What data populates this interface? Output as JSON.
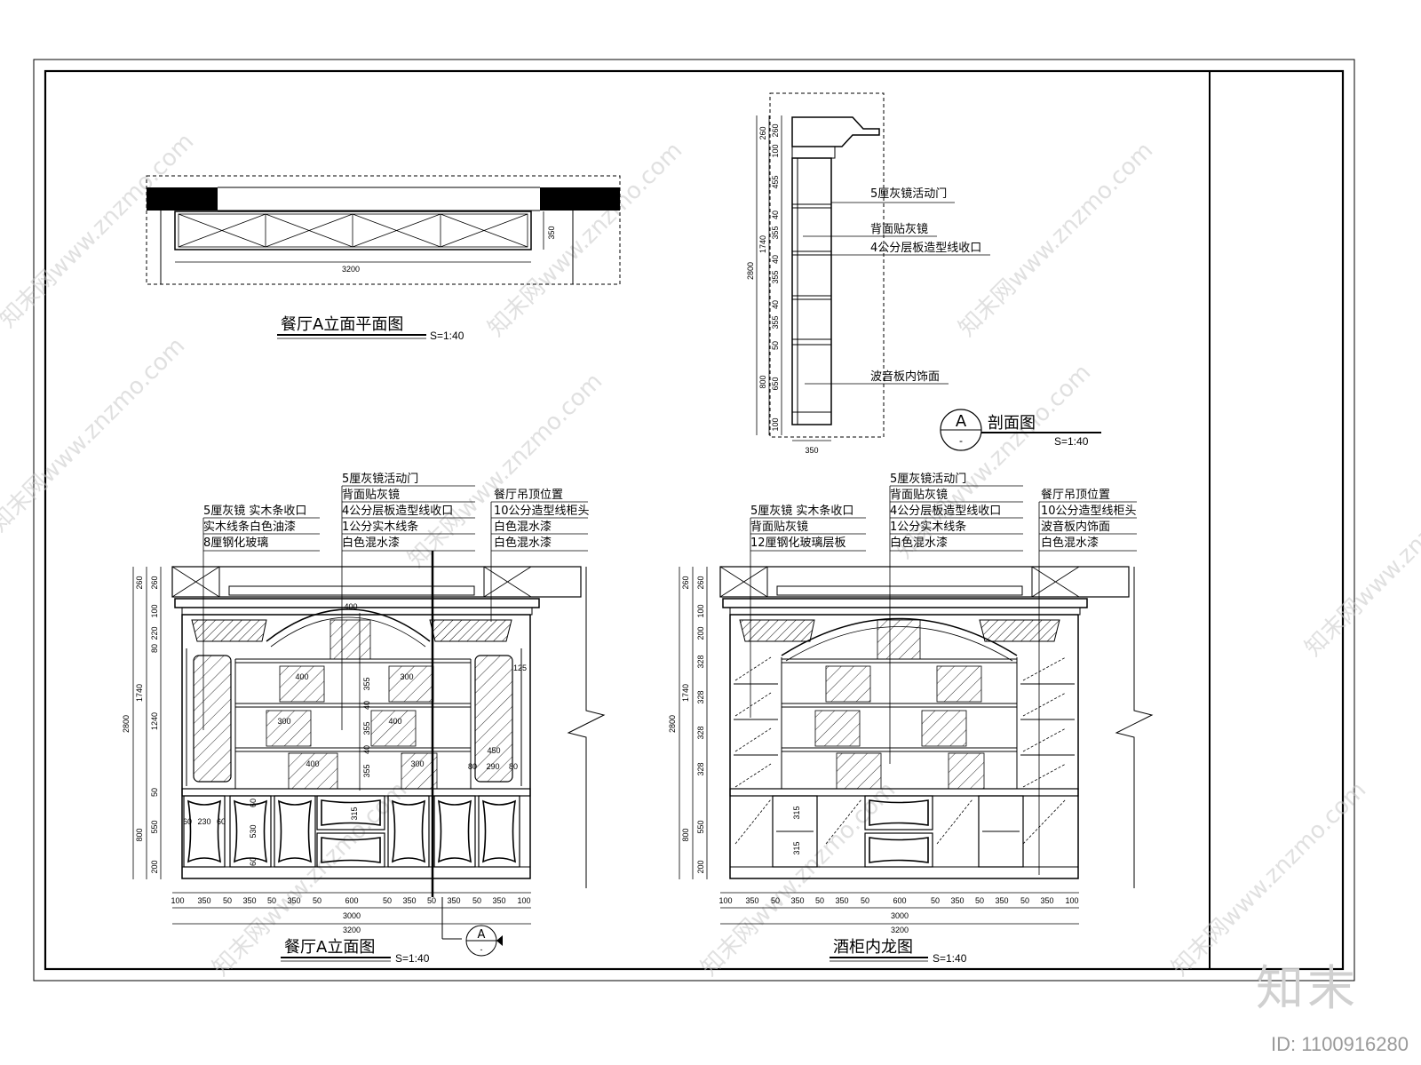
{
  "drawings": {
    "plan": {
      "title": "餐厅A立面平面图",
      "scale": "S=1:40",
      "dims": [
        "3200",
        "350"
      ]
    },
    "section": {
      "marker_letter": "A",
      "marker_sub": "-",
      "title": "剖面图",
      "scale": "S=1:40",
      "labels": [
        "5厘灰镜活动门",
        "背面贴灰镜",
        "4公分层板造型线收口",
        "波音板内饰面"
      ],
      "dims_outer": [
        "260",
        "1740",
        "800",
        "2800"
      ],
      "dims_inner": [
        "260",
        "100",
        "455",
        "40",
        "355",
        "40",
        "355",
        "40",
        "355",
        "50",
        "650",
        "100"
      ],
      "width_dim": "350"
    },
    "elevation_left": {
      "title": "餐厅A立面图",
      "scale": "S=1:40",
      "labels_left": [
        "5厘灰镜 实木条收口",
        "实木线条白色油漆",
        "8厘钢化玻璃"
      ],
      "labels_mid": [
        "5厘灰镜活动门",
        "背面贴灰镜",
        "4公分层板造型线收口",
        "1公分实木线条",
        "白色混水漆"
      ],
      "labels_right": [
        "餐厅吊顶位置",
        "10公分造型线柜头",
        "白色混水漆",
        "白色混水漆"
      ],
      "dims_outer": [
        "260",
        "1740",
        "800",
        "2800"
      ],
      "dims_inner": [
        "260",
        "100",
        "220",
        "80",
        "1240",
        "50",
        "550",
        "200"
      ],
      "bottom_dims": [
        "100",
        "350",
        "50",
        "350",
        "50",
        "350",
        "50",
        "600",
        "50",
        "350",
        "50",
        "350",
        "50",
        "350",
        "100"
      ],
      "width_total_inner": "3000",
      "width_total": "3200",
      "inner_notes": [
        "400",
        "400",
        "300",
        "300",
        "400",
        "400",
        "300",
        "355",
        "40",
        "355",
        "40",
        "355",
        "450",
        "80",
        "290",
        "80",
        "60",
        "230",
        "60",
        "530",
        "60",
        "60",
        "315",
        "125"
      ],
      "marker_letter": "A",
      "marker_sub": "-"
    },
    "elevation_right": {
      "title": "酒柜内龙图",
      "scale": "S=1:40",
      "labels_left": [
        "5厘灰镜 实木条收口",
        "背面贴灰镜",
        "12厘钢化玻璃层板"
      ],
      "labels_mid": [
        "5厘灰镜活动门",
        "背面贴灰镜",
        "4公分层板造型线收口",
        "1公分实木线条",
        "白色混水漆"
      ],
      "labels_right": [
        "餐厅吊顶位置",
        "10公分造型线柜头",
        "波音板内饰面",
        "白色混水漆"
      ],
      "dims_outer": [
        "260",
        "1740",
        "800",
        "2800"
      ],
      "dims_inner": [
        "260",
        "100",
        "200",
        "328",
        "328",
        "328",
        "328",
        "550",
        "200"
      ],
      "bottom_dims": [
        "100",
        "350",
        "50",
        "350",
        "50",
        "350",
        "50",
        "600",
        "50",
        "350",
        "50",
        "350",
        "50",
        "350",
        "100"
      ],
      "width_total_inner": "3000",
      "width_total": "3200",
      "inner_notes": [
        "315",
        "315"
      ]
    }
  },
  "watermark": {
    "text": "知末网www.znzmo.com"
  },
  "branding": {
    "logo": "知末",
    "id": "ID: 1100916280"
  },
  "colors": {
    "ink": "#000000",
    "hatch": "#000000",
    "watermark": "#c8c8c8"
  }
}
